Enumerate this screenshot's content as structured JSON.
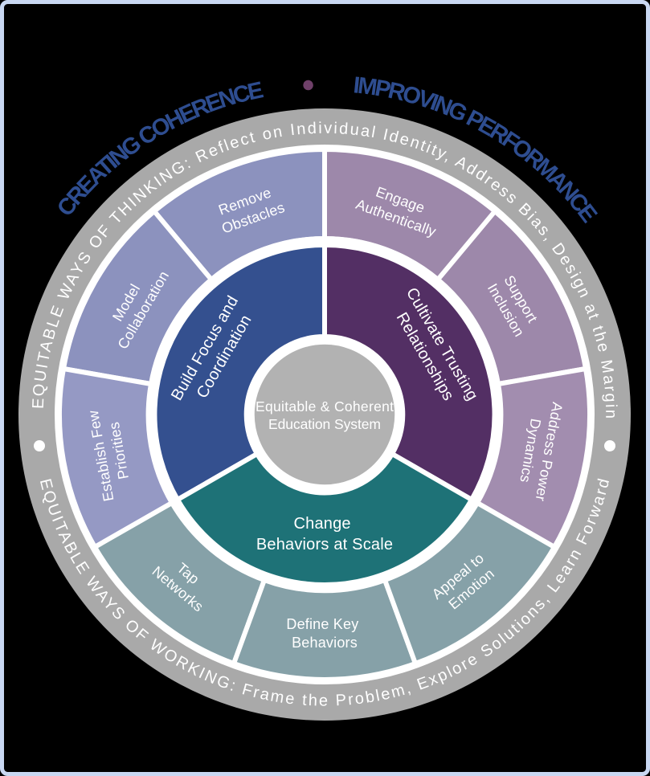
{
  "title": {
    "part1": "CREATING COHERENCE",
    "separator": "●",
    "part2": "IMPROVING PERFORMANCE",
    "color": "#2E4D90",
    "separator_color": "#6F4069"
  },
  "outer_ring": {
    "top_text": "EQUITABLE WAYS OF THINKING: Reflect on Individual Identity, Address Bias, Design at the Margins",
    "bottom_text": "EQUITABLE WAYS OF WORKING: Frame the Problem, Explore Solutions, Learn Forward",
    "color": "#A9A9A9",
    "text_color": "#FFFFFF",
    "divider_dot_color": "#FFFFFF"
  },
  "inner_sectors": [
    {
      "id": "build-focus-and-coordination",
      "line1": "Build Focus and",
      "line2": "Coordination",
      "color": "#34508F"
    },
    {
      "id": "cultivate-trusting-relationships",
      "line1": "Cultivate Trusting",
      "line2": "Relationships",
      "color": "#532F64"
    },
    {
      "id": "change-behaviors-at-scale",
      "line1": "Change",
      "line2": "Behaviors at Scale",
      "color": "#1E7277"
    }
  ],
  "middle_segments": [
    {
      "id": "remove-obstacles",
      "line1": "Remove",
      "line2": "Obstacles",
      "color": "#8C92BE"
    },
    {
      "id": "model-collaboration",
      "line1": "Model",
      "line2": "Collaboration",
      "color": "#8C92BE"
    },
    {
      "id": "establish-few-priorities",
      "line1": "Establish Few",
      "line2": "Priorities",
      "color": "#9599C4"
    },
    {
      "id": "engage-authentically",
      "line1": "Engage",
      "line2": "Authentically",
      "color": "#9D88AA"
    },
    {
      "id": "support-inclusion",
      "line1": "Support",
      "line2": "Inclusion",
      "color": "#9D88AA"
    },
    {
      "id": "address-power-dynamics",
      "line1": "Address Power",
      "line2": "Dynamics",
      "color": "#A28DAF"
    },
    {
      "id": "tap-networks",
      "line1": "Tap",
      "line2": "Networks",
      "color": "#86A1A8"
    },
    {
      "id": "define-key-behaviors",
      "line1": "Define Key",
      "line2": "Behaviors",
      "color": "#86A1A8"
    },
    {
      "id": "appeal-to-emotion",
      "line1": "Appeal to",
      "line2": "Emotion",
      "color": "#86A1A8"
    }
  ],
  "center": {
    "line1": "Equitable & Coherent",
    "line2": "Education System",
    "color": "#B2B2B2"
  },
  "frame": {
    "background": "#000000",
    "border_color": "#C9D8F2"
  }
}
